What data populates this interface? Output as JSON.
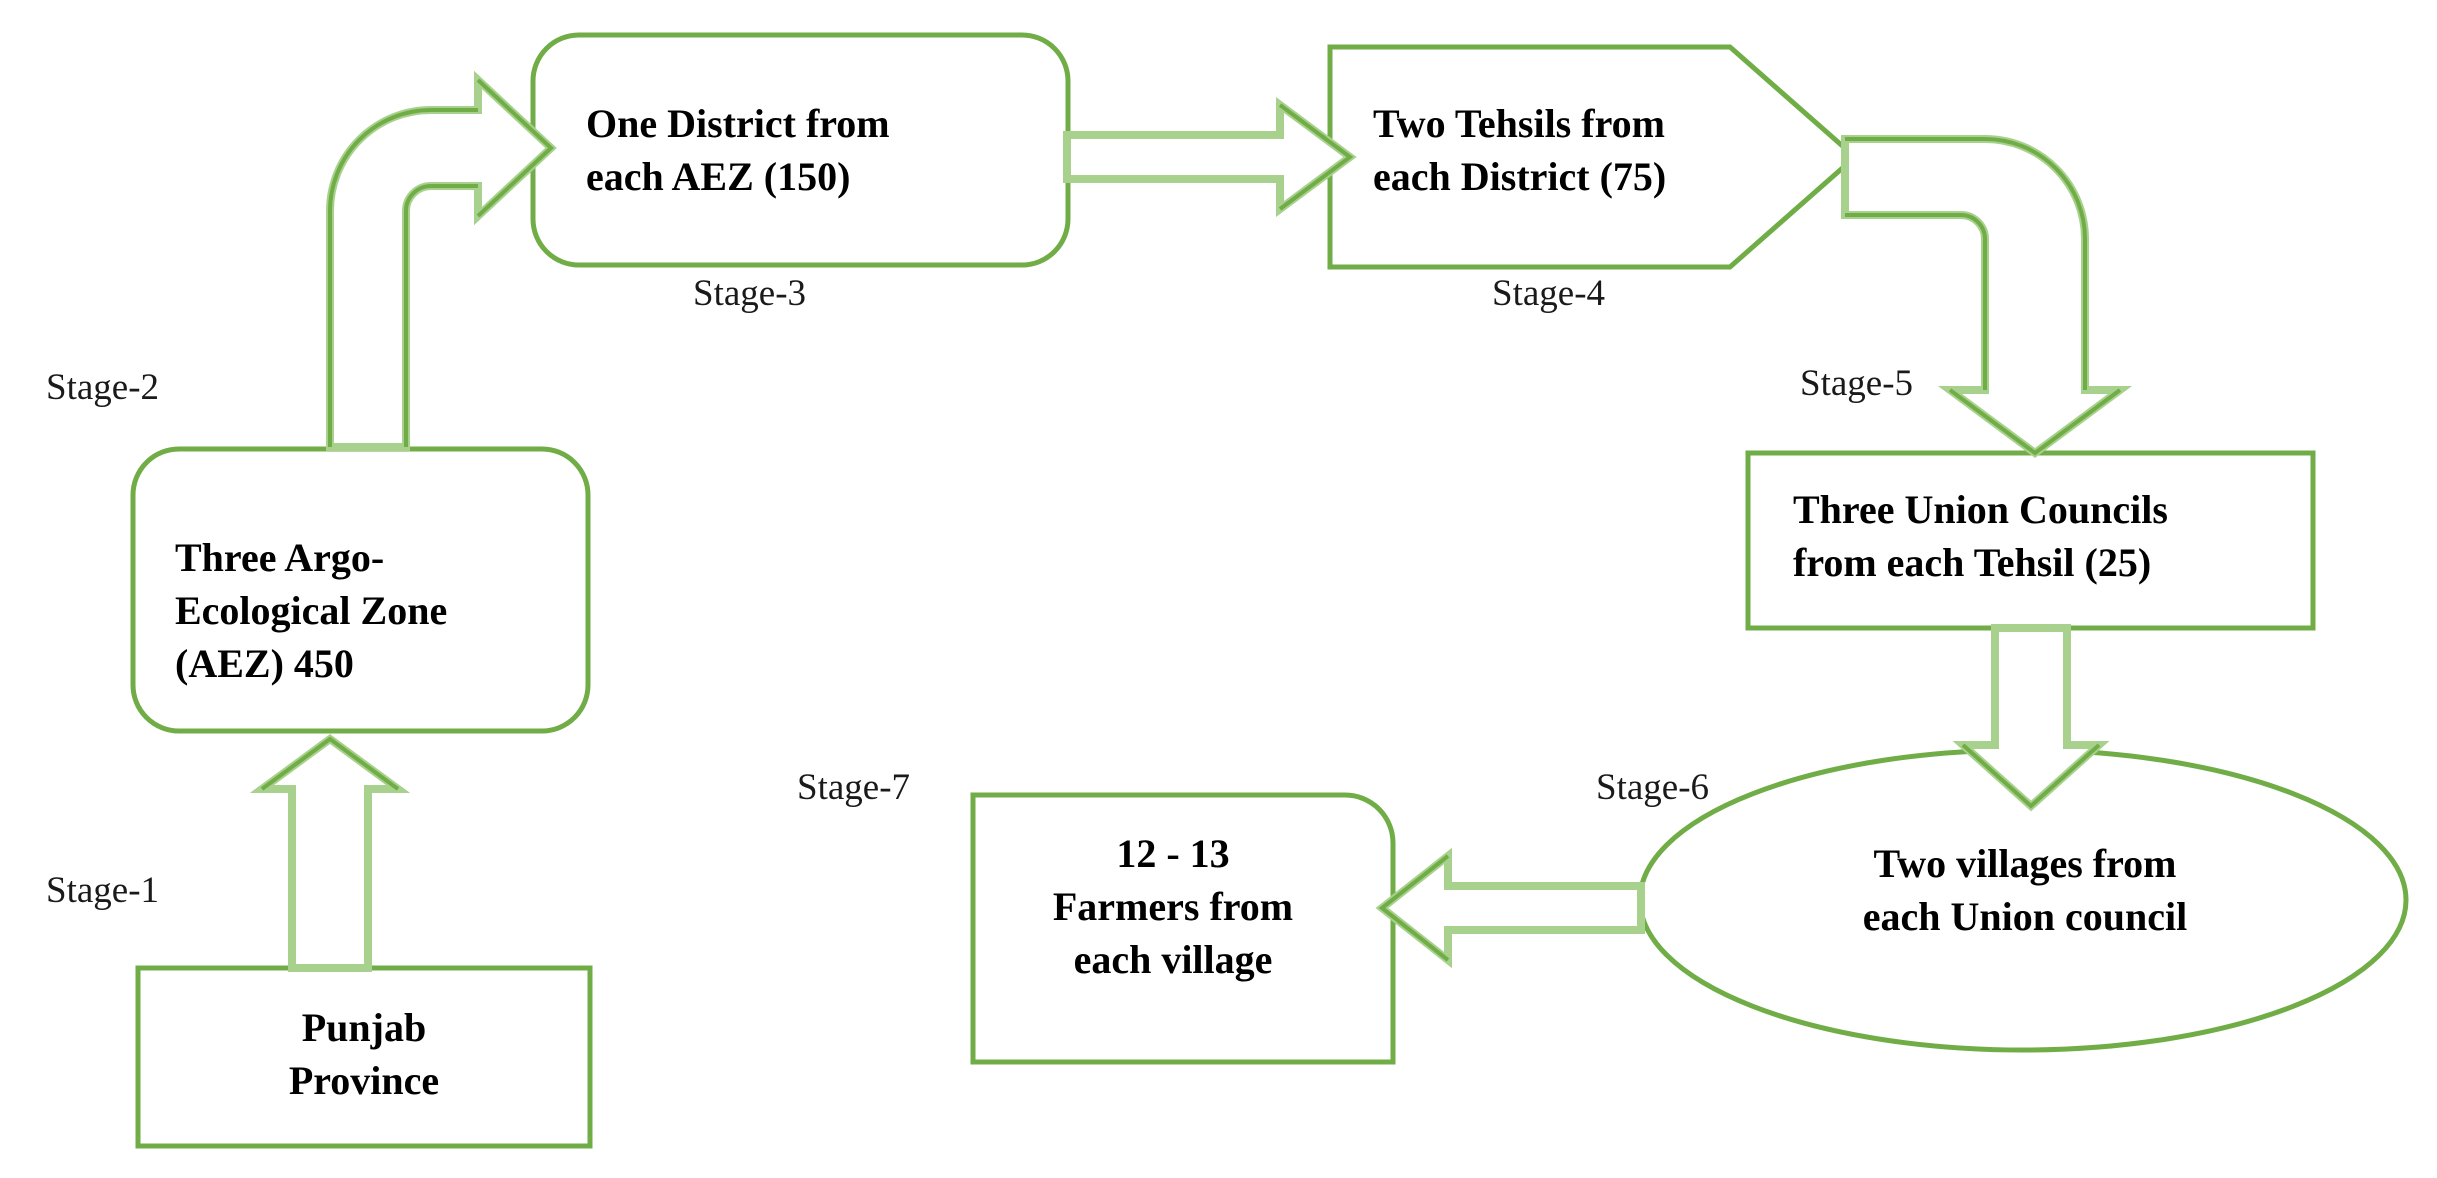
{
  "diagram": {
    "title": "Multistage sampling flowchart",
    "colors": {
      "outline": "#70AD47",
      "arrow_fill_light": "#C5E0B4",
      "text": "#000000",
      "background": "#FFFFFF"
    }
  },
  "nodes": [
    {
      "id": "punjab-province",
      "shape": "rectangle",
      "text": "Punjab\nProvince",
      "align": "center"
    },
    {
      "id": "agro-ecological-zone",
      "shape": "rounded-rectangle",
      "text": "Three Argo-\nEcological Zone\n(AEZ) 450",
      "align": "left"
    },
    {
      "id": "one-district",
      "shape": "rounded-rectangle",
      "text": "One District from\neach AEZ (150)",
      "align": "left"
    },
    {
      "id": "two-tehsils",
      "shape": "pentagon-arrow",
      "text": "Two Tehsils from\neach District (75)",
      "align": "left"
    },
    {
      "id": "three-union-councils",
      "shape": "rectangle",
      "text": "Three Union Councils\nfrom each Tehsil (25)",
      "align": "left"
    },
    {
      "id": "two-villages",
      "shape": "ellipse",
      "text": "Two villages from\neach Union council",
      "align": "center"
    },
    {
      "id": "farmers-per-village",
      "shape": "rectangle-round-tr",
      "text": "12 - 13\nFarmers from\neach village",
      "align": "center"
    }
  ],
  "stage_labels": [
    {
      "id": "stage-1",
      "text": "Stage-1"
    },
    {
      "id": "stage-2",
      "text": "Stage-2"
    },
    {
      "id": "stage-3",
      "text": "Stage-3"
    },
    {
      "id": "stage-4",
      "text": "Stage-4"
    },
    {
      "id": "stage-5",
      "text": "Stage-5"
    },
    {
      "id": "stage-6",
      "text": "Stage-6"
    },
    {
      "id": "stage-7",
      "text": "Stage-7"
    }
  ],
  "connectors": [
    {
      "id": "arrow-stage-1",
      "from": "punjab-province",
      "to": "agro-ecological-zone",
      "direction": "up",
      "style": "block-arrow"
    },
    {
      "id": "arrow-stage-2",
      "from": "agro-ecological-zone",
      "to": "one-district",
      "direction": "up-then-right",
      "style": "curved-block-arrow"
    },
    {
      "id": "arrow-stage-3",
      "from": "one-district",
      "to": "two-tehsils",
      "direction": "right",
      "style": "block-arrow"
    },
    {
      "id": "arrow-stage-4",
      "from": "two-tehsils",
      "to": "three-union-councils",
      "direction": "right-then-down",
      "style": "curved-block-arrow"
    },
    {
      "id": "arrow-stage-5",
      "from": "three-union-councils",
      "to": "two-villages",
      "direction": "down",
      "style": "block-arrow"
    },
    {
      "id": "arrow-stage-6",
      "from": "two-villages",
      "to": "farmers-per-village",
      "direction": "left",
      "style": "block-arrow"
    }
  ]
}
